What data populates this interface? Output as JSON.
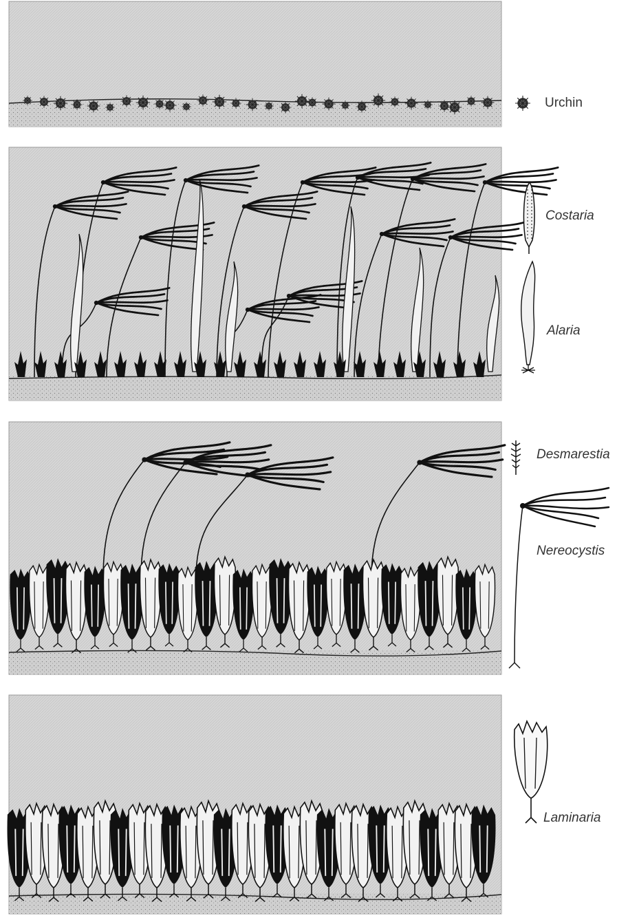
{
  "panels": [
    {
      "id": "urchin-barren",
      "legend": [
        {
          "label": "Urchin",
          "italic": false,
          "icon": "urchin-icon"
        }
      ]
    },
    {
      "id": "annual-kelp-stage",
      "legend": [
        {
          "label": "Costaria",
          "italic": true,
          "icon": "costaria-icon"
        },
        {
          "label": "Alaria",
          "italic": true,
          "icon": "alaria-icon"
        }
      ]
    },
    {
      "id": "nereocystis-stage",
      "legend": [
        {
          "label": "Desmarestia",
          "italic": true,
          "icon": "desmarestia-icon"
        },
        {
          "label": "Nereocystis",
          "italic": true,
          "icon": "nereocystis-icon"
        }
      ]
    },
    {
      "id": "laminaria-stage",
      "legend": [
        {
          "label": "Laminaria",
          "italic": true,
          "icon": "laminaria-icon"
        }
      ]
    }
  ],
  "colors": {
    "water": "#d6d6d6",
    "sediment": "#c9c9c9",
    "ink": "#111111",
    "frond_light": "#f2f2f2",
    "label": "#333333"
  }
}
